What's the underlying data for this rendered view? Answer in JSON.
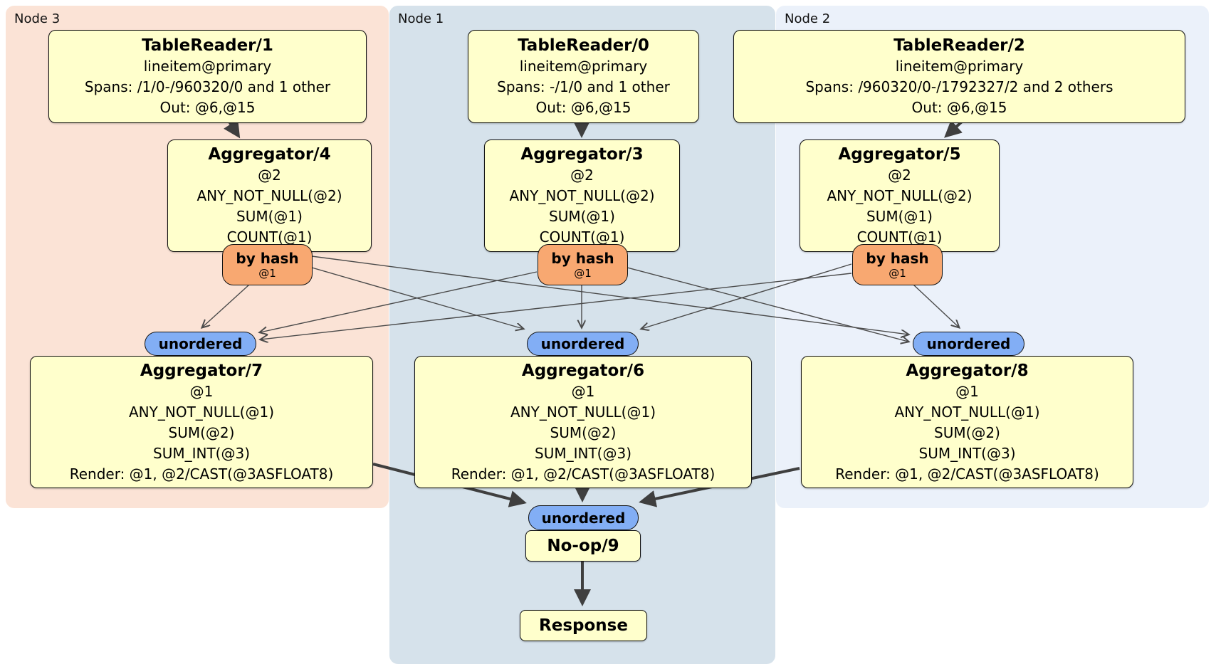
{
  "regions": {
    "node3": {
      "label": "Node 3"
    },
    "node1": {
      "label": "Node 1"
    },
    "node2": {
      "label": "Node 2"
    }
  },
  "processors": {
    "tr1": {
      "title": "TableReader/1",
      "lines": [
        "lineitem@primary",
        "Spans: /1/0-/960320/0 and 1 other",
        "Out: @6,@15"
      ]
    },
    "tr0": {
      "title": "TableReader/0",
      "lines": [
        "lineitem@primary",
        "Spans: -/1/0 and 1 other",
        "Out: @6,@15"
      ]
    },
    "tr2": {
      "title": "TableReader/2",
      "lines": [
        "lineitem@primary",
        "Spans: /960320/0-/1792327/2 and 2 others",
        "Out: @6,@15"
      ]
    },
    "agg4": {
      "title": "Aggregator/4",
      "lines": [
        "@2",
        "ANY_NOT_NULL(@2)",
        "SUM(@1)",
        "COUNT(@1)"
      ]
    },
    "agg3": {
      "title": "Aggregator/3",
      "lines": [
        "@2",
        "ANY_NOT_NULL(@2)",
        "SUM(@1)",
        "COUNT(@1)"
      ]
    },
    "agg5": {
      "title": "Aggregator/5",
      "lines": [
        "@2",
        "ANY_NOT_NULL(@2)",
        "SUM(@1)",
        "COUNT(@1)"
      ]
    },
    "agg7": {
      "title": "Aggregator/7",
      "lines": [
        "@1",
        "ANY_NOT_NULL(@1)",
        "SUM(@2)",
        "SUM_INT(@3)",
        "Render: @1, @2/CAST(@3ASFLOAT8)"
      ]
    },
    "agg6": {
      "title": "Aggregator/6",
      "lines": [
        "@1",
        "ANY_NOT_NULL(@1)",
        "SUM(@2)",
        "SUM_INT(@3)",
        "Render: @1, @2/CAST(@3ASFLOAT8)"
      ]
    },
    "agg8": {
      "title": "Aggregator/8",
      "lines": [
        "@1",
        "ANY_NOT_NULL(@1)",
        "SUM(@2)",
        "SUM_INT(@3)",
        "Render: @1, @2/CAST(@3ASFLOAT8)"
      ]
    },
    "noop": {
      "title": "No-op/9"
    },
    "response": {
      "title": "Response"
    }
  },
  "routers": {
    "byhash1": {
      "label": "by hash",
      "sub": "@1"
    },
    "byhash2": {
      "label": "by hash",
      "sub": "@1"
    },
    "byhash3": {
      "label": "by hash",
      "sub": "@1"
    }
  },
  "syncs": {
    "unordered1": {
      "label": "unordered"
    },
    "unordered2": {
      "label": "unordered"
    },
    "unordered3": {
      "label": "unordered"
    },
    "unordered_final": {
      "label": "unordered"
    }
  },
  "colors": {
    "node3_bg": "#fbe3d6",
    "node1_bg": "#d6e2eb",
    "node2_bg": "#ebf1fa",
    "processor_bg": "#ffffcc",
    "router_bg": "#f8a871",
    "sync_bg": "#82aef5",
    "edge_thick": "#3f3f3f",
    "edge_thin": "#4a4a4a",
    "border": "#000000"
  }
}
